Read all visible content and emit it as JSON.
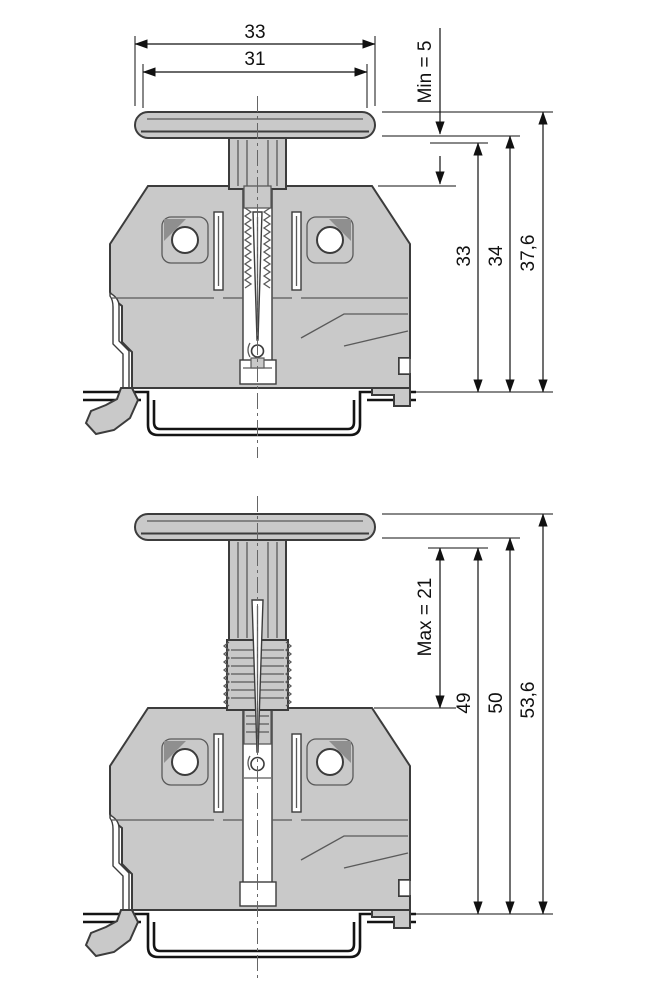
{
  "diagram": {
    "type": "technical-drawing",
    "description": "Cross-section of DIN-rail terminal block mounting foot shown in retracted (min) and extended (max) plunger positions with dimensions",
    "colors": {
      "body_fill": "#c9c9c9",
      "outline": "#3c3c3c",
      "rail_outline": "#141414",
      "dimension": "#111111",
      "background": "#ffffff"
    },
    "figure_top": {
      "dim_width_outer": "33",
      "dim_width_inner": "31",
      "dim_min_travel": "Min = 5",
      "dim_height_inner": "33",
      "dim_height_mid": "34",
      "dim_height_overall": "37,6"
    },
    "figure_bottom": {
      "dim_max_travel": "Max = 21",
      "dim_height_inner": "49",
      "dim_height_mid": "50",
      "dim_height_overall": "53,6"
    }
  }
}
